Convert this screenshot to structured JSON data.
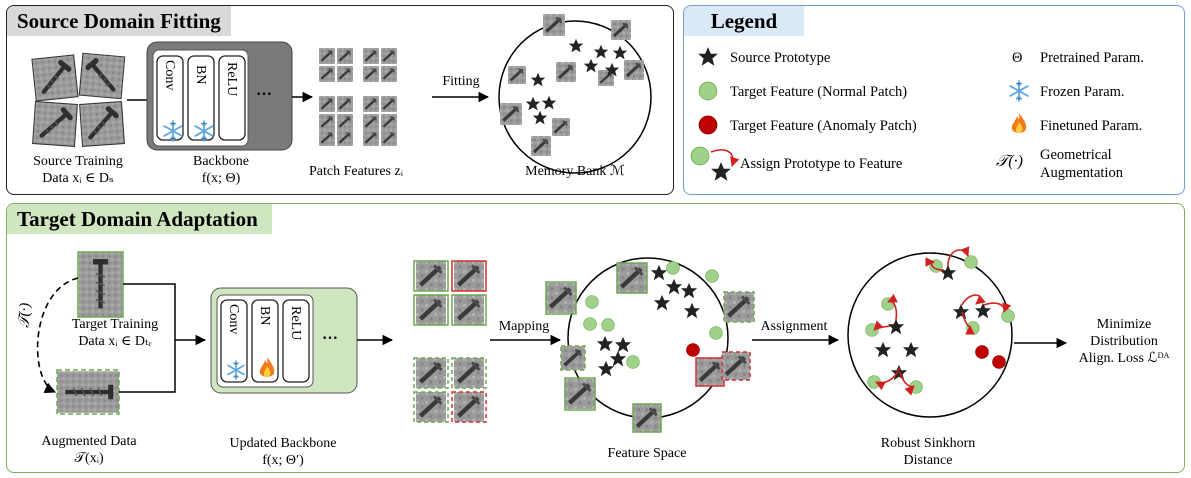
{
  "source": {
    "title": "Source Domain Fitting",
    "train_data": "Source Training\nData xᵢ ∈ Dₛ",
    "backbone_layers": [
      "Conv",
      "BN",
      "ReLU"
    ],
    "ellipsis": "···",
    "backbone_label": "Backbone\nf(x; Θ)",
    "patch_features": "Patch Features zᵢ",
    "fitting": "Fitting",
    "memory_bank": "Memory Bank ℳ"
  },
  "legend": {
    "title": "Legend",
    "items": [
      {
        "icon": "star-icon",
        "label": "Source Prototype"
      },
      {
        "icon": "green-dot-icon",
        "label": "Target Feature (Normal Patch)"
      },
      {
        "icon": "red-dot-icon",
        "label": "Target Feature (Anomaly Patch)"
      },
      {
        "icon": "assign-arrow-icon",
        "label": "Assign Prototype to Feature"
      },
      {
        "icon": "theta-symbol",
        "symbol": "Θ",
        "label": "Pretrained Param."
      },
      {
        "icon": "snowflake-icon",
        "label": "Frozen Param."
      },
      {
        "icon": "flame-icon",
        "label": "Finetuned Param."
      },
      {
        "icon": "transform-symbol",
        "symbol": "𝒯(·)",
        "label": "Geometrical\nAugmentation"
      }
    ]
  },
  "target": {
    "title": "Target Domain Adaptation",
    "train_data": "Target Training\nData xᵢ ∈ Dₜᵣ",
    "transform": "𝒯(·)",
    "aug_data": "Augmented Data\n𝒯(xᵢ)",
    "backbone_layers": [
      "Conv",
      "BN",
      "ReLU"
    ],
    "ellipsis": "···",
    "backbone_label": "Updated Backbone\nf(x; Θ′)",
    "mapping": "Mapping",
    "feature_space": "Feature Space",
    "assignment": "Assignment",
    "sinkhorn": "Robust Sinkhorn\nDistance",
    "loss": "Minimize\nDistribution\nAlign. Loss ℒᴰᴬ"
  },
  "colors": {
    "source_title_bg": "#d9d9d9",
    "legend_title_bg": "#dae8f7",
    "legend_border": "#6f9fd0",
    "target_title_bg": "#cfe6c1",
    "target_border": "#7fb060",
    "green_dot": "#9fd18a",
    "red_dot": "#c00000",
    "frame_green": "#6aa84f",
    "frame_red": "#d03030"
  }
}
